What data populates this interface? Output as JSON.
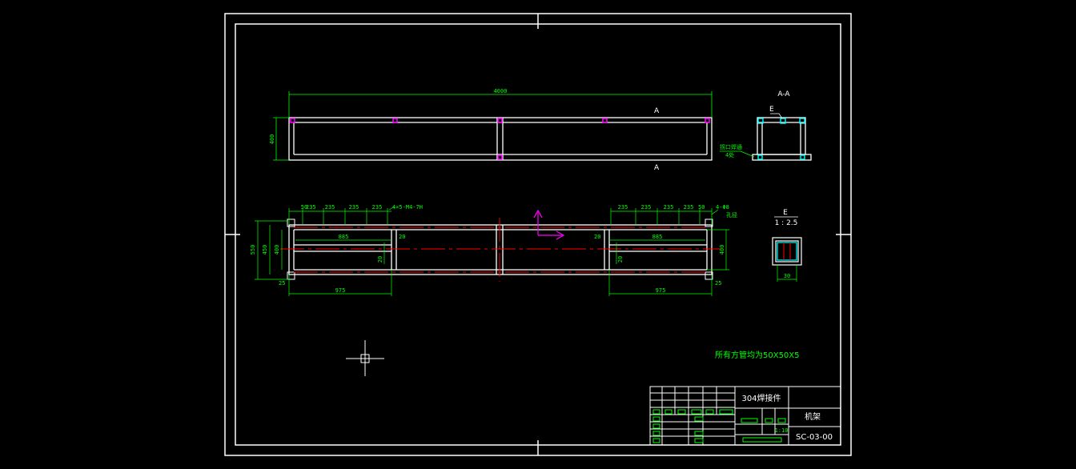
{
  "drawing": {
    "colors": {
      "background": "#000000",
      "frame": "#ffffff",
      "part_lines": "#ffffff",
      "dimensions": "#00ff00",
      "markers": "#ff00ff",
      "centerline": "#ff0000",
      "ucs": "#ff00ff",
      "section_detail": "#00ffff"
    },
    "top_view": {
      "overall_length": "4000",
      "height": "400",
      "cut_label_top": "A",
      "cut_label_bottom": "A"
    },
    "section_a": {
      "title": "A-A",
      "detail_ref": "E",
      "weld_note_line1": "拐口焊通",
      "weld_note_line2": "4处"
    },
    "plan_view": {
      "left_spacings": [
        "50",
        "235",
        "235",
        "235",
        "235"
      ],
      "left_hole_note": "4×5-M4-7H",
      "right_spacings": [
        "235",
        "235",
        "235",
        "235",
        "50"
      ],
      "right_hole_note_line1": "4-Φ8",
      "right_hole_note_line2": "孔径",
      "overall_width": "550",
      "outer_width": "450",
      "inner_width": "400",
      "left_inner_length": "885",
      "right_inner_length": "885",
      "slot_gap": "20",
      "slot_width": "20",
      "left_bottom_length": "975",
      "right_bottom_length": "975",
      "corner_left": "25",
      "corner_right": "25",
      "right_height": "400"
    },
    "detail_e": {
      "label": "E",
      "scale": "1 : 2.5",
      "width_dim": "30"
    },
    "note": "所有方管均为50X50X5",
    "title_block": {
      "material": "304焊接件",
      "part_name": "机架",
      "drawing_number": "SC-03-00",
      "scale": "1:10"
    }
  }
}
